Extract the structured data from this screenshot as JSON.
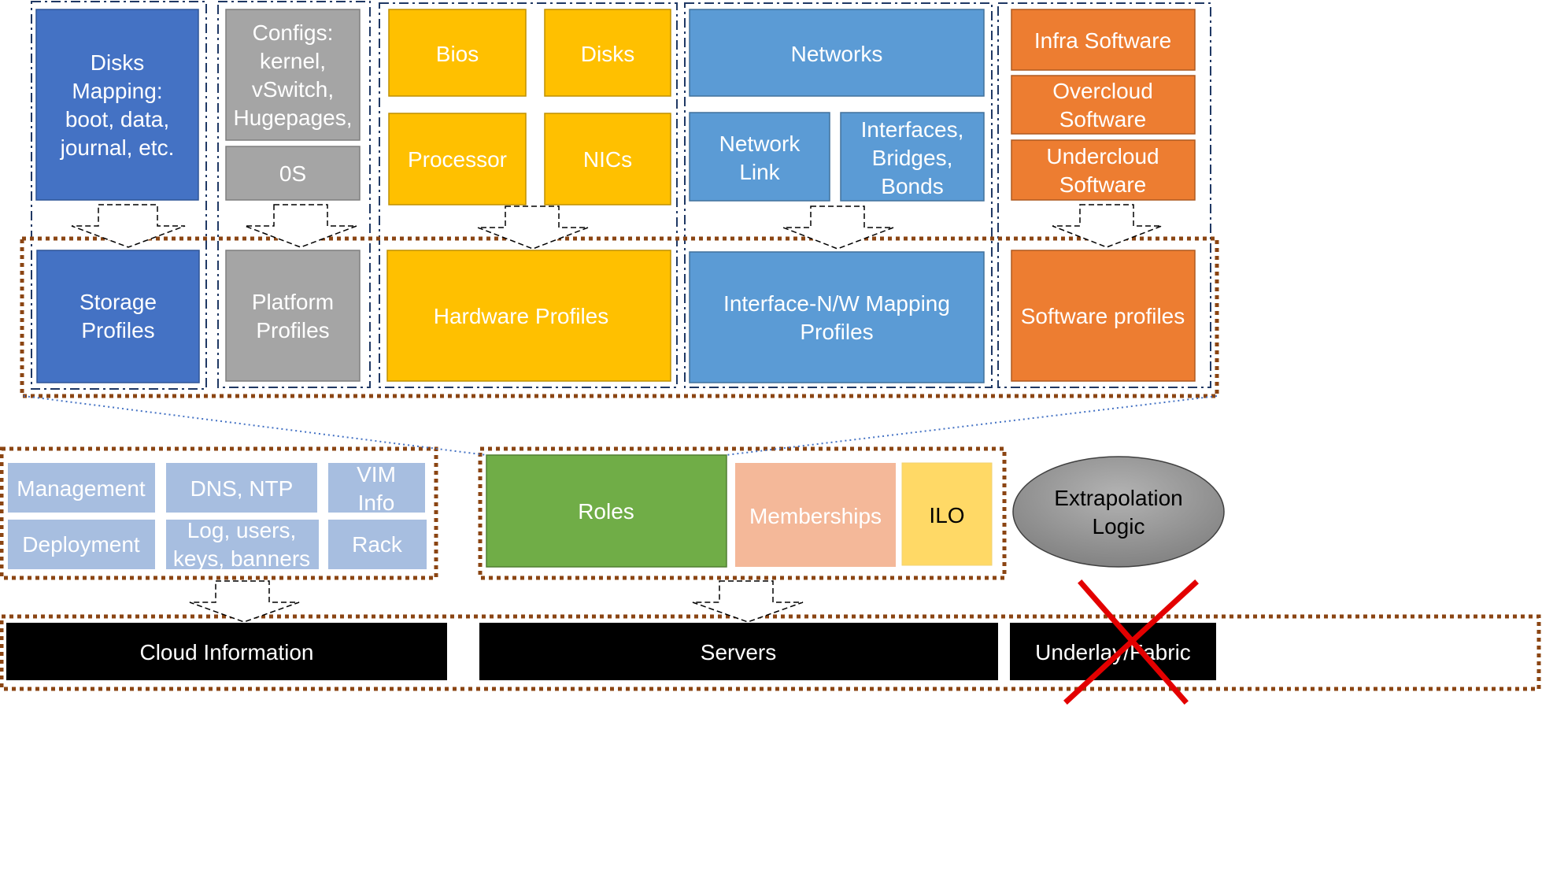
{
  "colors": {
    "dark_blue": "#4472C4",
    "gray": "#A5A5A5",
    "yellow": "#FFC000",
    "mid_blue": "#5B9BD5",
    "orange": "#ED7D31",
    "light_blue": "#A7BEE0",
    "green": "#70AD47",
    "peach": "#F4B899",
    "light_yellow": "#FFD966",
    "black": "#000000",
    "dotted_brown": "#8B4513",
    "dashed_navy": "#1F3864",
    "cross_red": "#E30000"
  },
  "top": {
    "storage": {
      "source": "Disks\nMapping:\nboot, data,\njournal, etc.",
      "profile": "Storage\nProfiles"
    },
    "platform": {
      "configs": "Configs:\nkernel,\nvSwitch,\nHugepages,",
      "os": "0S",
      "profile": "Platform\nProfiles"
    },
    "hardware": {
      "bios": "Bios",
      "disks": "Disks",
      "processor": "Processor",
      "nics": "NICs",
      "profile": "Hardware Profiles"
    },
    "network": {
      "networks": "Networks",
      "network_link": "Network\nLink",
      "interfaces": "Interfaces,\nBridges,\nBonds",
      "profile": "Interface-N/W Mapping\nProfiles"
    },
    "software": {
      "infra": "Infra Software",
      "overcloud": "Overcloud\nSoftware",
      "undercloud": "Undercloud\nSoftware",
      "profile": "Software profiles"
    }
  },
  "cloud_info_group": {
    "management": "Management",
    "dns_ntp": "DNS, NTP",
    "vim_info": "VIM\nInfo",
    "deployment": "Deployment",
    "log_users": "Log, users,\nkeys, banners",
    "rack": "Rack"
  },
  "servers_group": {
    "roles": "Roles",
    "memberships": "Memberships",
    "ilo": "ILO"
  },
  "extrapolation": "Extrapolation\nLogic",
  "bottom": {
    "cloud_information": "Cloud Information",
    "servers": "Servers",
    "underlay_fabric": "Underlay/Fabric"
  }
}
